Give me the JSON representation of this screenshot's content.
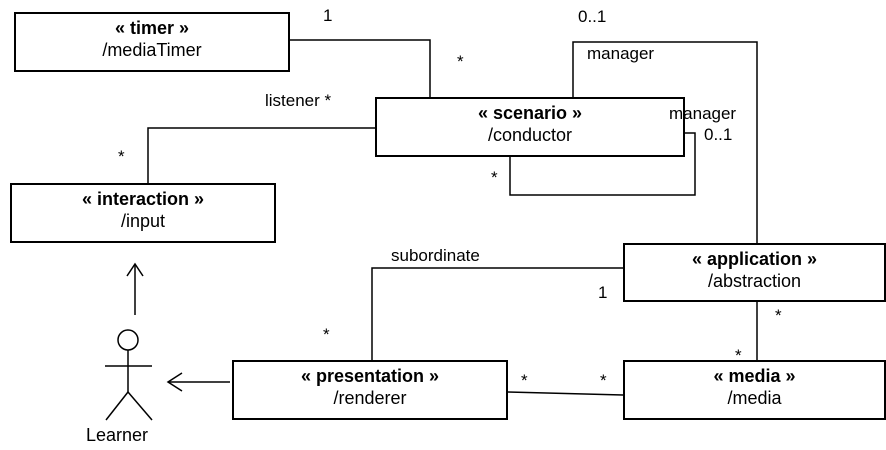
{
  "classes": {
    "timer": {
      "stereotype": "« timer »",
      "name": "/mediaTimer"
    },
    "scenario": {
      "stereotype": "« scenario »",
      "name": "/conductor"
    },
    "interaction": {
      "stereotype": "« interaction »",
      "name": "/input"
    },
    "application": {
      "stereotype": "« application »",
      "name": "/abstraction"
    },
    "presentation": {
      "stereotype": "« presentation »",
      "name": "/renderer"
    },
    "media": {
      "stereotype": "« media »",
      "name": "/media"
    }
  },
  "actor": {
    "label": "Learner"
  },
  "labels": {
    "timer_scenario_one": "1",
    "timer_scenario_many": "*",
    "scenario_manager_mult": "0..1",
    "scenario_manager_role": "manager",
    "self_manager_role": "manager",
    "self_manager_mult": "0..1",
    "self_many": "*",
    "listener_role": "listener *",
    "interaction_many": "*",
    "subordinate_role": "subordinate",
    "app_one": "1",
    "presentation_many": "*",
    "app_media_many_top": "*",
    "app_media_many_bottom": "*",
    "pres_media_many_left": "*",
    "pres_media_many_right": "*"
  }
}
